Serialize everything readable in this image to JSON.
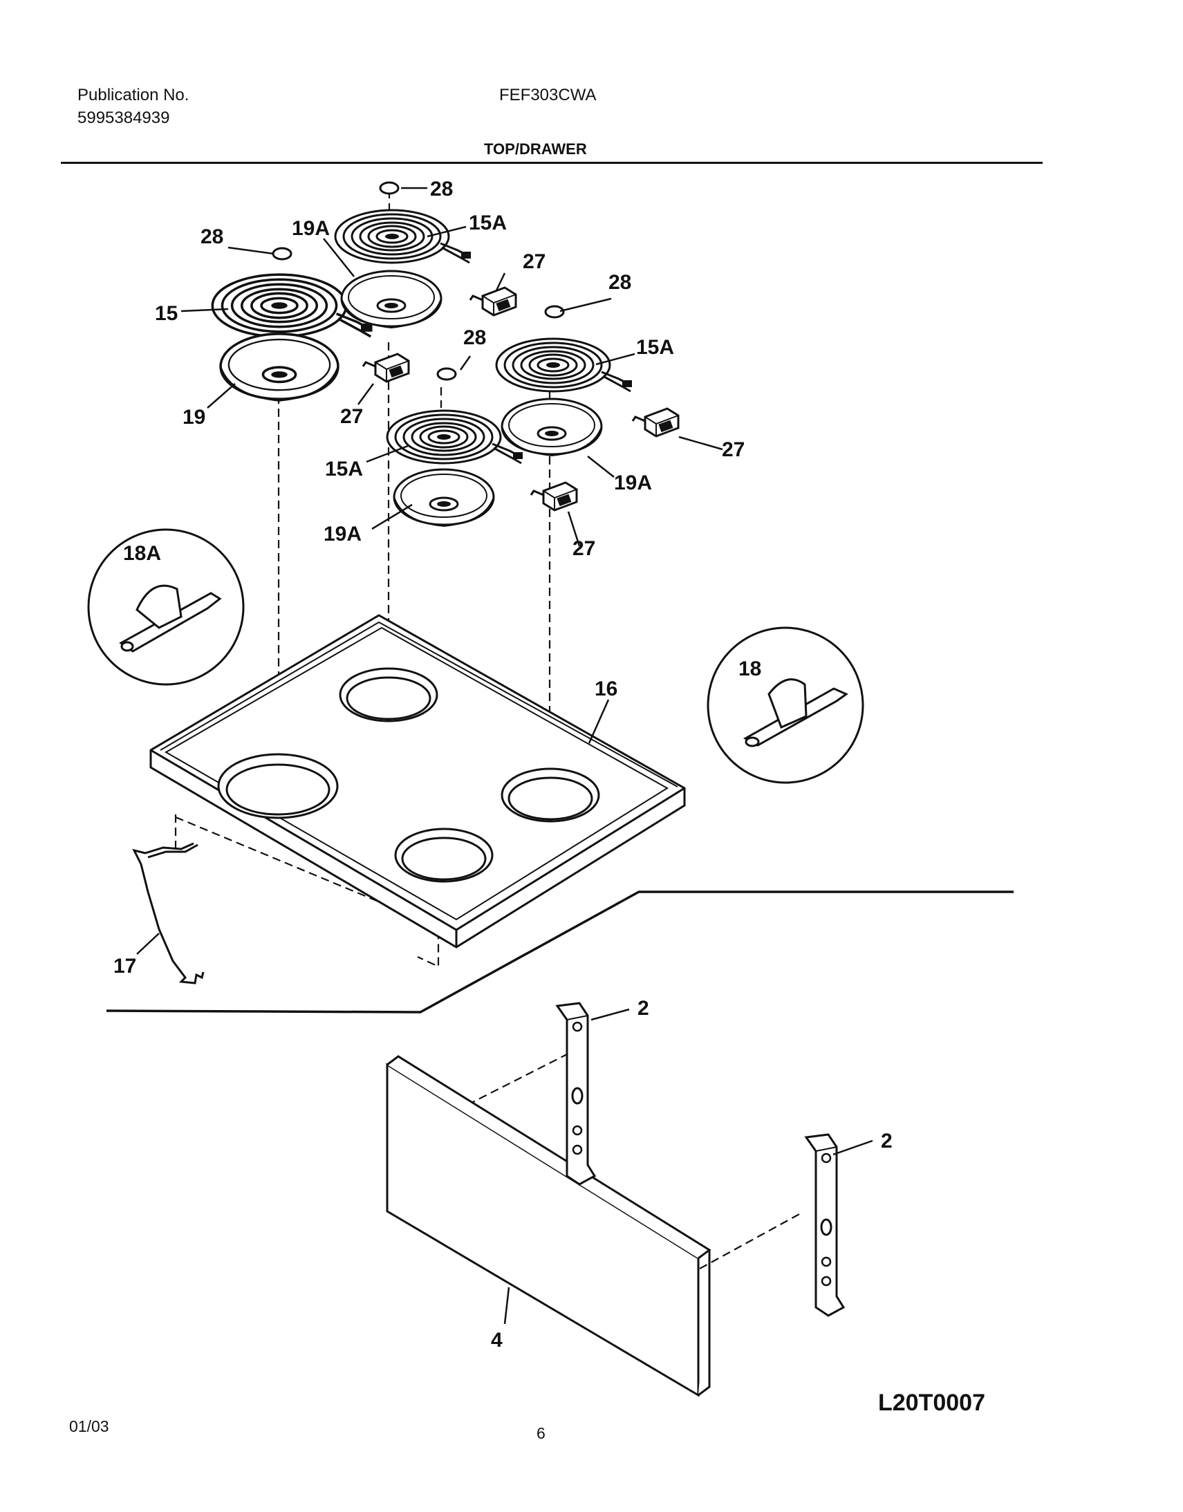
{
  "header": {
    "publication_label": "Publication No.",
    "publication_number": "5995384939",
    "model": "FEF303CWA",
    "section_title": "TOP/DRAWER"
  },
  "callouts": {
    "c28_top": "28",
    "c28_left": "28",
    "c28_right": "28",
    "c28_mid": "28",
    "c19A_top": "19A",
    "c15A_top": "15A",
    "c27_top": "27",
    "c15": "15",
    "c19": "19",
    "c27_left": "27",
    "c15A_right": "15A",
    "c27_right": "27",
    "c19A_right": "19A",
    "c15A_mid": "15A",
    "c19A_mid": "19A",
    "c27_mid": "27",
    "c18A": "18A",
    "c18": "18",
    "c16": "16",
    "c17": "17",
    "c2_top": "2",
    "c2_right": "2",
    "c4": "4"
  },
  "drawing_code": "L20T0007",
  "footer": {
    "date": "01/03",
    "page": "6"
  }
}
